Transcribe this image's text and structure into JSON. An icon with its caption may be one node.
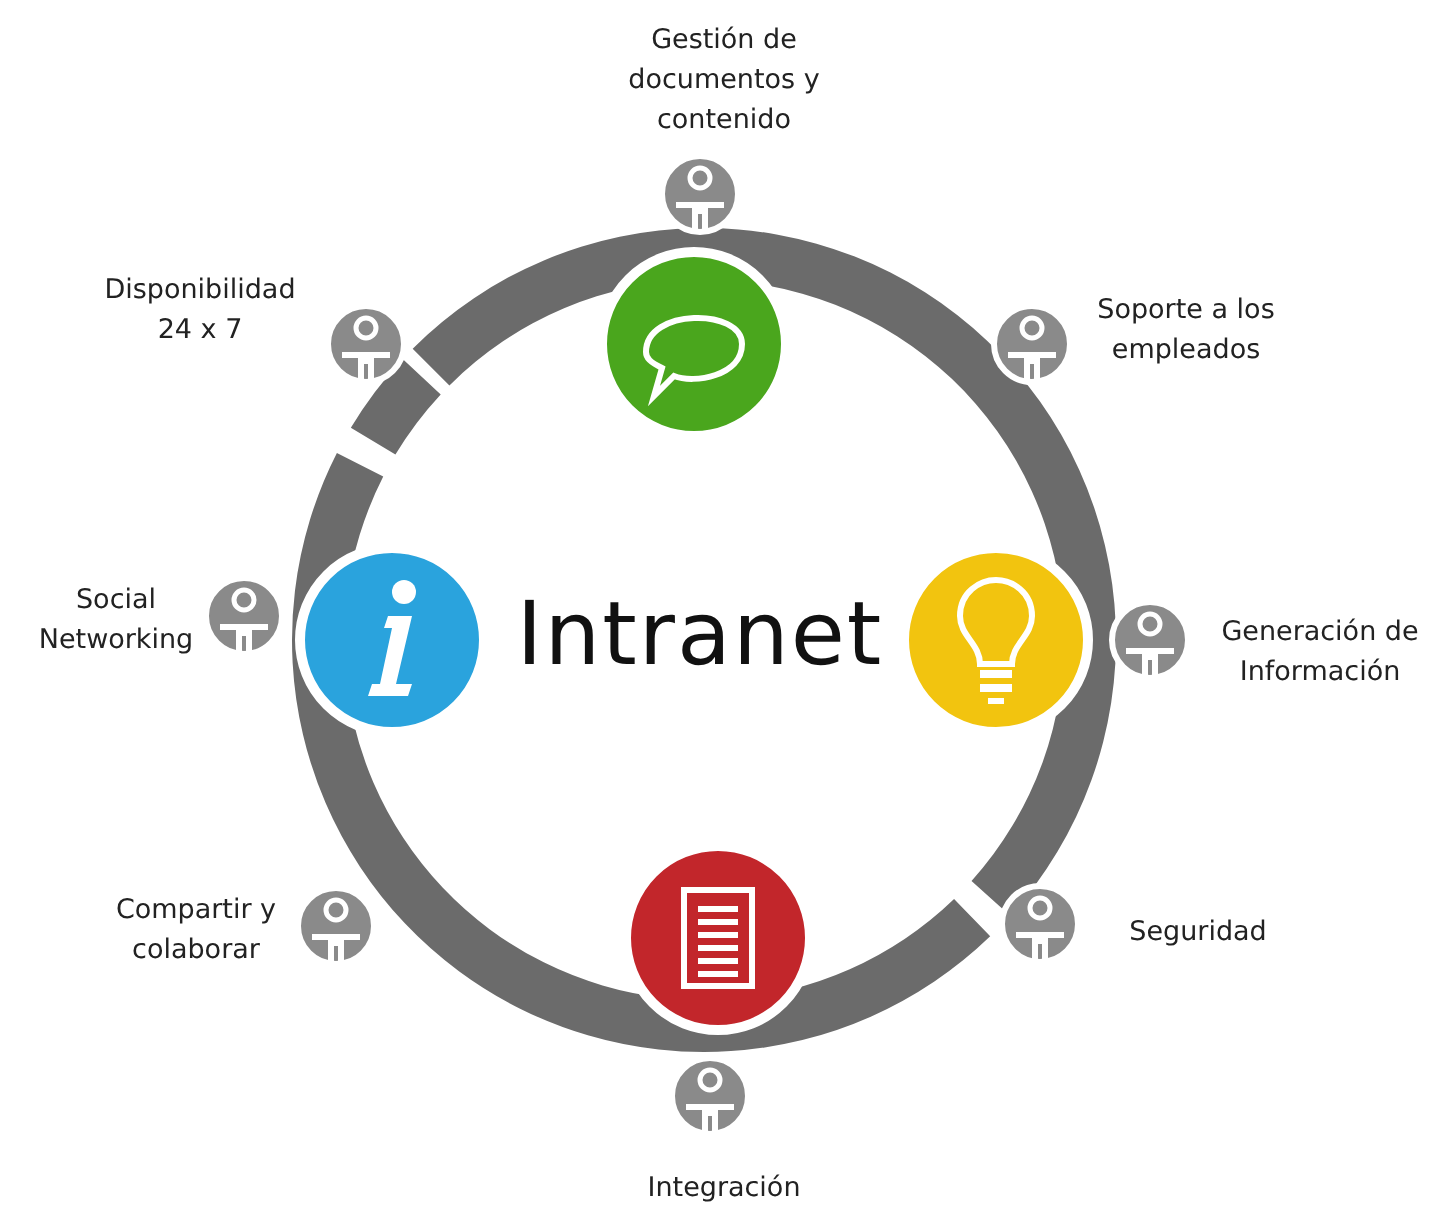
{
  "diagram": {
    "labels": [
      "Gestión de documentos y contenido",
      "Disponibilidad 24 x 7",
      "Soporte a los empleados",
      "Social Networking",
      "Intranet",
      "Generación de Información",
      "Compartir y colaborar",
      "Seguridad",
      "Integración"
    ]
  }
}
